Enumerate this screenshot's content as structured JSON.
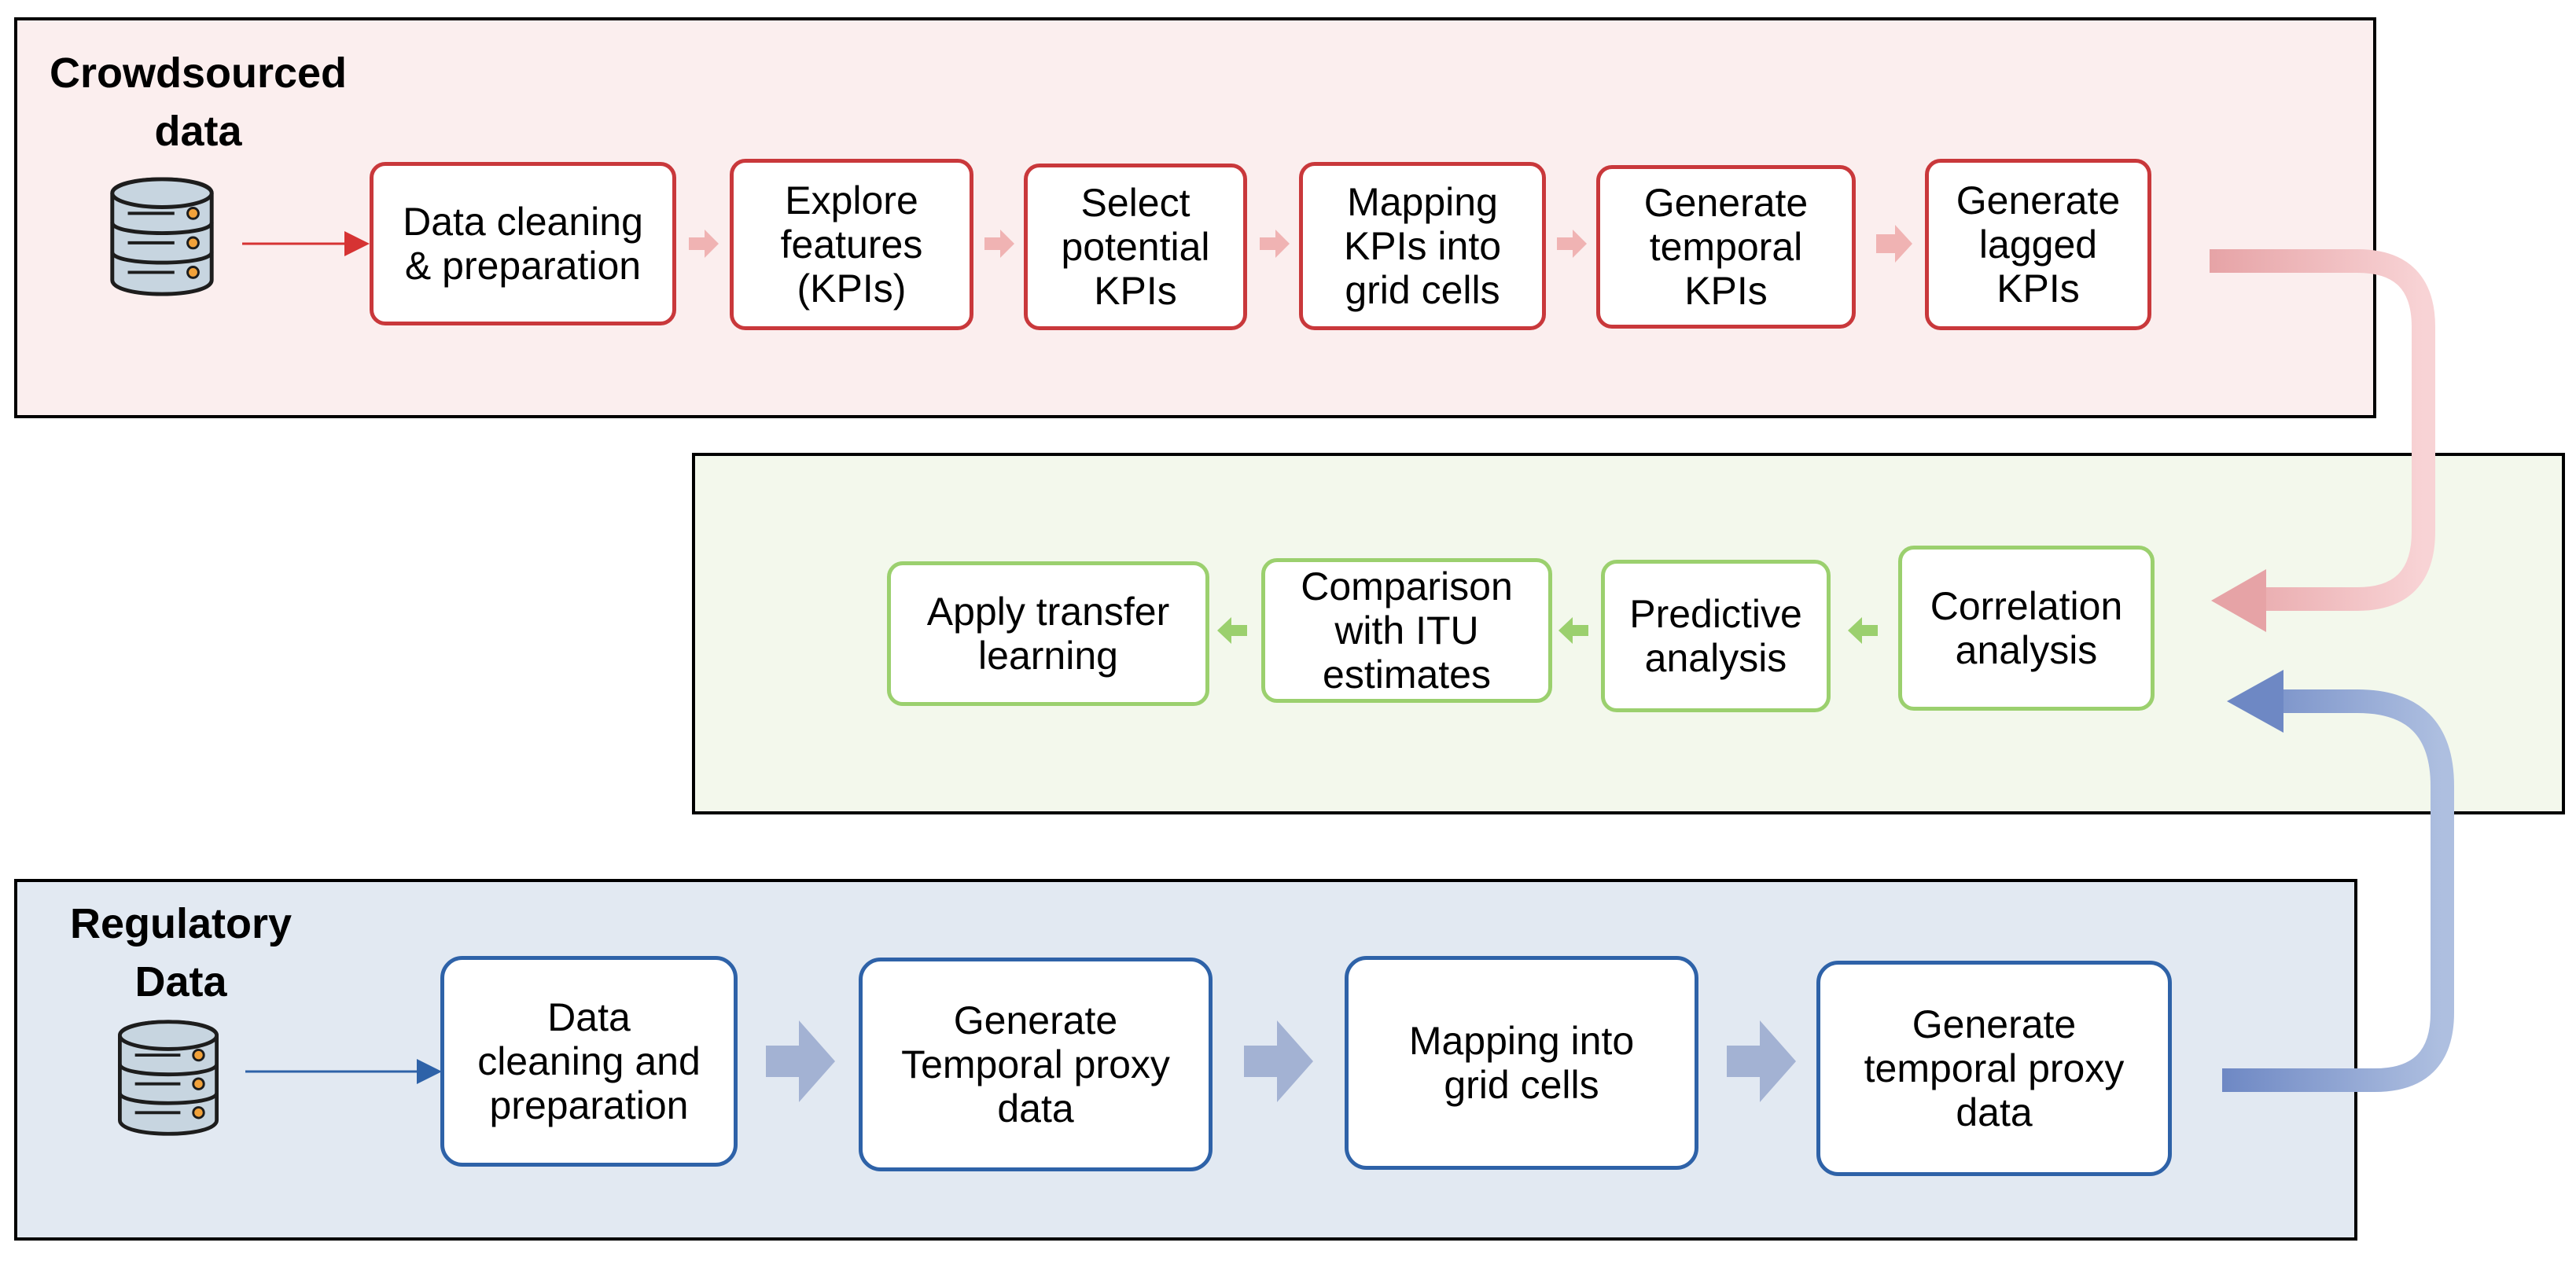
{
  "crowdsourced": {
    "title": "Crowdsourced\ndata",
    "steps": [
      "Data cleaning\n& preparation",
      "Explore\nfeatures\n(KPIs)",
      "Select\npotential\nKPIs",
      "Mapping\nKPIs into\ngrid cells",
      "Generate\ntemporal\nKPIs",
      "Generate\nlagged\nKPIs"
    ]
  },
  "analysis": {
    "steps": [
      "Correlation\nanalysis",
      "Predictive\nanalysis",
      "Comparison\nwith ITU\nestimates",
      "Apply transfer\nlearning"
    ]
  },
  "regulatory": {
    "title": "Regulatory\nData",
    "steps": [
      "Data\ncleaning and\npreparation",
      "Generate\nTemporal proxy\ndata",
      "Mapping into\ngrid cells",
      "Generate\ntemporal proxy\ndata"
    ]
  },
  "colors": {
    "crowd_bg": "#fbeeee",
    "crowd_border": "#c9383b",
    "crowd_arrow": "#f0b9b9",
    "analysis_bg": "#f3f8ec",
    "analysis_border": "#9bd06e",
    "reg_bg": "#e2e9f2",
    "reg_border": "#2e62a8",
    "reg_arrow": "#a3b2d3"
  },
  "icons": [
    "database-icon",
    "database-icon"
  ]
}
